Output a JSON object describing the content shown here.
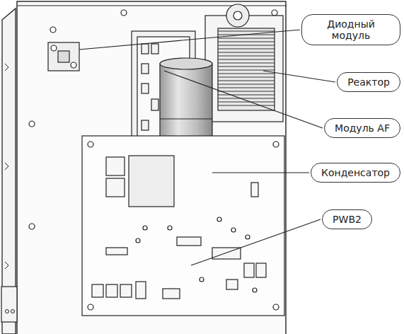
{
  "diagram": {
    "nodes": [
      {
        "text": [
          "Диодный модуль"
        ]
      },
      {
        "text": [
          "Реактор"
        ]
      },
      {
        "text": [
          "Модуль AF"
        ]
      },
      {
        "text": [
          "Конденсатор"
        ]
      },
      {
        "text": [
          "PWB2"
        ]
      }
    ]
  }
}
